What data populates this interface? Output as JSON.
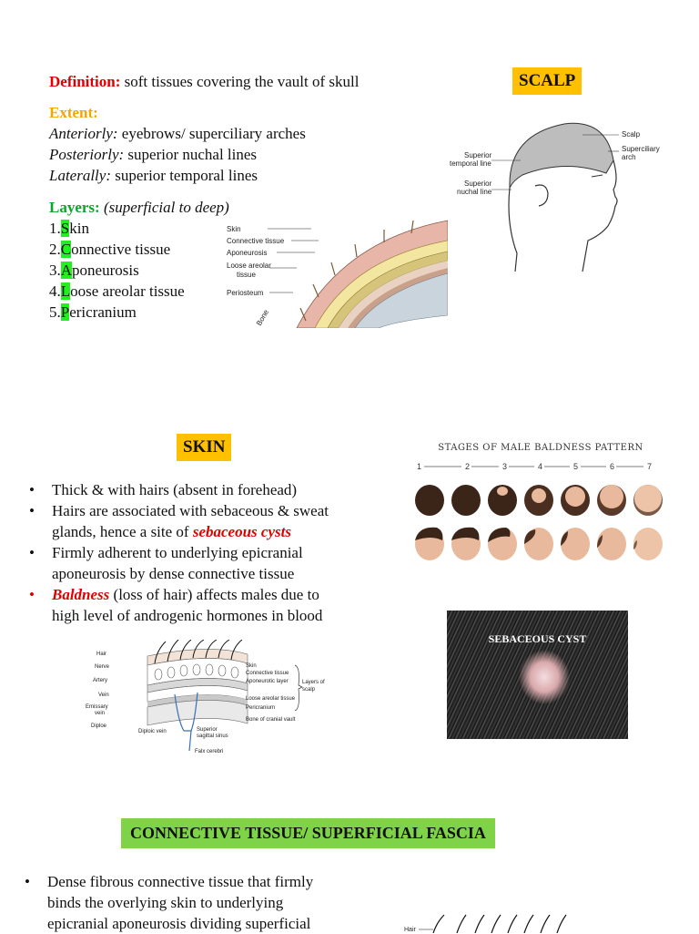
{
  "scalp": {
    "title": "SCALP",
    "definition_label": "Definition:",
    "definition_text": " soft tissues covering the vault of skull",
    "extent_label": "Extent:",
    "anteriorly_label": "Anteriorly:",
    "anteriorly_text": " eyebrows/ superciliary arches",
    "posteriorly_label": "Posteriorly:",
    "posteriorly_text": " superior nuchal lines",
    "laterally_label": "Laterally:",
    "laterally_text": " superior temporal lines",
    "layers_label": "Layers:",
    "layers_note": " (superficial to deep)",
    "layers": [
      {
        "num": "1.",
        "letter": "S",
        "rest": "kin"
      },
      {
        "num": "2.",
        "letter": "C",
        "rest": "onnective tissue"
      },
      {
        "num": "3.",
        "letter": "A",
        "rest": "poneurosis"
      },
      {
        "num": "4.",
        "letter": "L",
        "rest": "oose areolar tissue"
      },
      {
        "num": "5.",
        "letter": "P",
        "rest": "ericranium"
      }
    ],
    "layer_diagram_labels": [
      "Skin",
      "Connective tissue",
      "Aponeurosis",
      "Loose areolar",
      "tissue",
      "Periosteum",
      "Bone"
    ],
    "head_diagram_labels": [
      "Scalp",
      "Superciliary",
      "arch",
      "Superior",
      "temporal line",
      "Superior",
      "nuchal line"
    ]
  },
  "skin": {
    "title": "SKIN",
    "bullets": [
      {
        "text": "Thick & with hairs (absent in forehead)"
      },
      {
        "text_a": "Hairs are associated with sebaceous & sweat",
        "text_b": "glands, hence a site of ",
        "em": "sebaceous cysts"
      },
      {
        "text_a": "Firmly adherent to underlying epicranial",
        "text_b": "aponeurosis by dense connective tissue"
      },
      {
        "em": "Baldness",
        "text_a": " (loss of hair) affects males due to",
        "text_b": "high level of androgenic hormones in blood"
      }
    ],
    "baldness_title": "STAGES OF MALE BALDNESS PATTERN",
    "stages": [
      "1",
      "2",
      "3",
      "4",
      "5",
      "6",
      "7"
    ],
    "cyst_label": "SEBACEOUS CYST",
    "layers_diagram_left": [
      "Hair",
      "Nerve",
      "Artery",
      "Vein",
      "Emissary",
      "vein",
      "Diploe"
    ],
    "layers_diagram_right": [
      "Skin",
      "Connective tissue",
      "Aponeurotic layer",
      "Loose areolar tissue",
      "Pericranium",
      "Bone of cranial vault"
    ],
    "layers_diagram_bracket": [
      "Layers of",
      "scalp"
    ],
    "layers_diagram_bottom": [
      "Diploic vein",
      "Superior",
      "sagittal sinus",
      "Falx cerebri"
    ]
  },
  "connective": {
    "title": "CONNECTIVE TISSUE/ SUPERFICIAL FASCIA",
    "line1": "Dense fibrous connective tissue that firmly",
    "line2": "binds the overlying skin to underlying",
    "line3": "epicranial aponeurosis dividing superficial",
    "hair_label": "Hair"
  }
}
